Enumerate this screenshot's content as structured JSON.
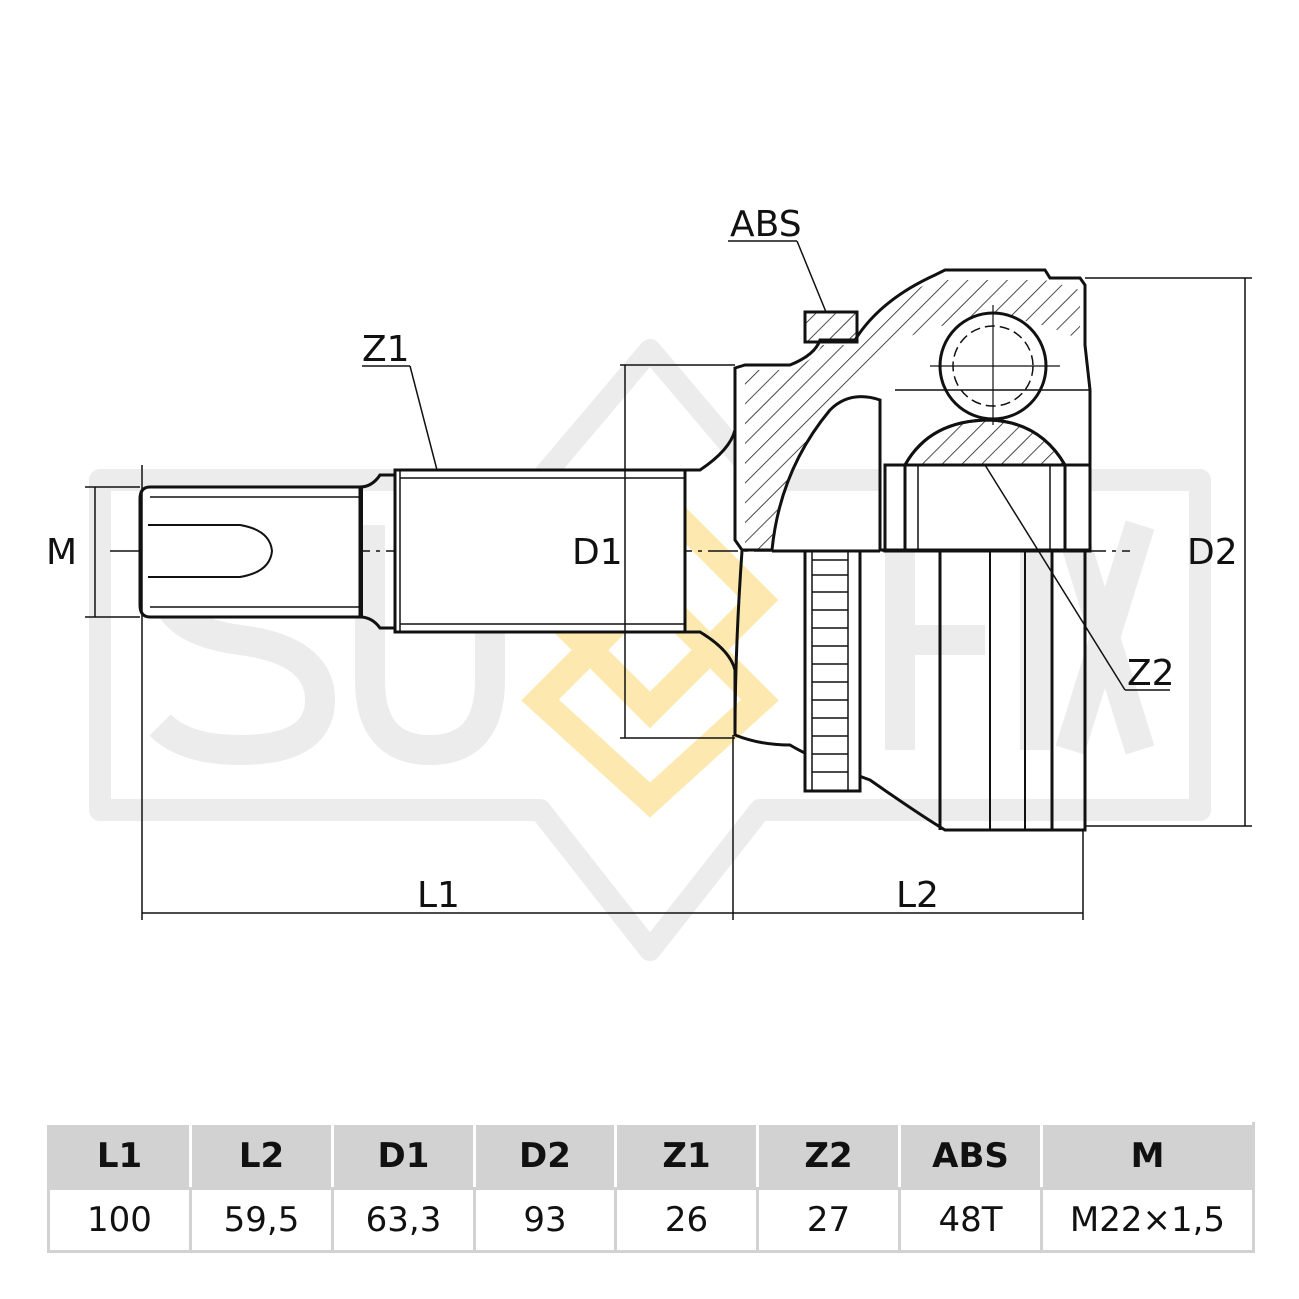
{
  "watermark": {
    "brand": "SUFIX"
  },
  "drawing_labels": {
    "abs": "ABS",
    "z1": "Z1",
    "z2": "Z2",
    "m": "M",
    "d1": "D1",
    "d2": "D2",
    "l1": "L1",
    "l2": "L2"
  },
  "colors": {
    "line": "#111111",
    "watermark_gray": "#ececec",
    "logo_yellow": "#fde9b0",
    "table_header": "#d2d2d2"
  },
  "table": {
    "headers": [
      "L1",
      "L2",
      "D1",
      "D2",
      "Z1",
      "Z2",
      "ABS",
      "M"
    ],
    "values": [
      "100",
      "59,5",
      "63,3",
      "93",
      "26",
      "27",
      "48T",
      "M22×1,5"
    ]
  }
}
